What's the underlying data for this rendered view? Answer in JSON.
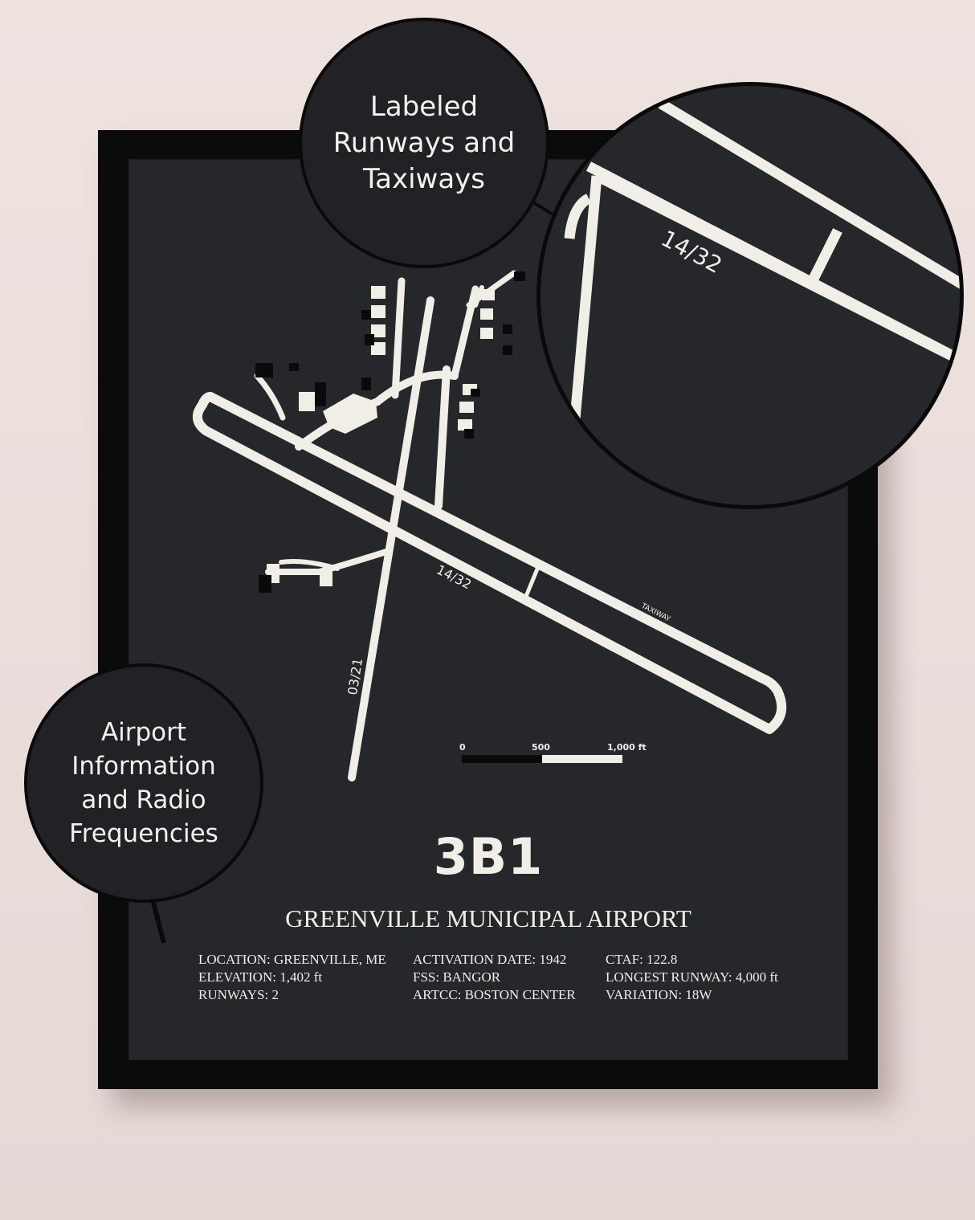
{
  "callouts": {
    "runways_label": "Labeled\nRunways and\nTaxiways",
    "info_label": "Airport\nInformation\nand Radio\nFrequencies"
  },
  "map": {
    "runway_1_label": "14/32",
    "runway_2_label": "03/21",
    "taxiway_label": "TAXIWAY",
    "zoom_runway_label": "14/32",
    "scale": {
      "tick_0": "0",
      "tick_1": "500",
      "tick_2": "1,000 ft"
    }
  },
  "airport": {
    "code": "3B1",
    "name": "GREENVILLE MUNICIPAL AIRPORT",
    "info": {
      "col1": [
        "LOCATION: GREENVILLE, ME",
        "ELEVATION: 1,402 ft",
        "RUNWAYS: 2"
      ],
      "col2": [
        "ACTIVATION DATE: 1942",
        "FSS: BANGOR",
        "ARTCC: BOSTON CENTER"
      ],
      "col3": [
        "CTAF: 122.8",
        "LONGEST RUNWAY: 4,000 ft",
        "VARIATION: 18W"
      ]
    }
  },
  "colors": {
    "wall": "#ecdfdc",
    "frame": "#0b0b0b",
    "poster": "#26272a",
    "ink": "#f1eee8"
  }
}
